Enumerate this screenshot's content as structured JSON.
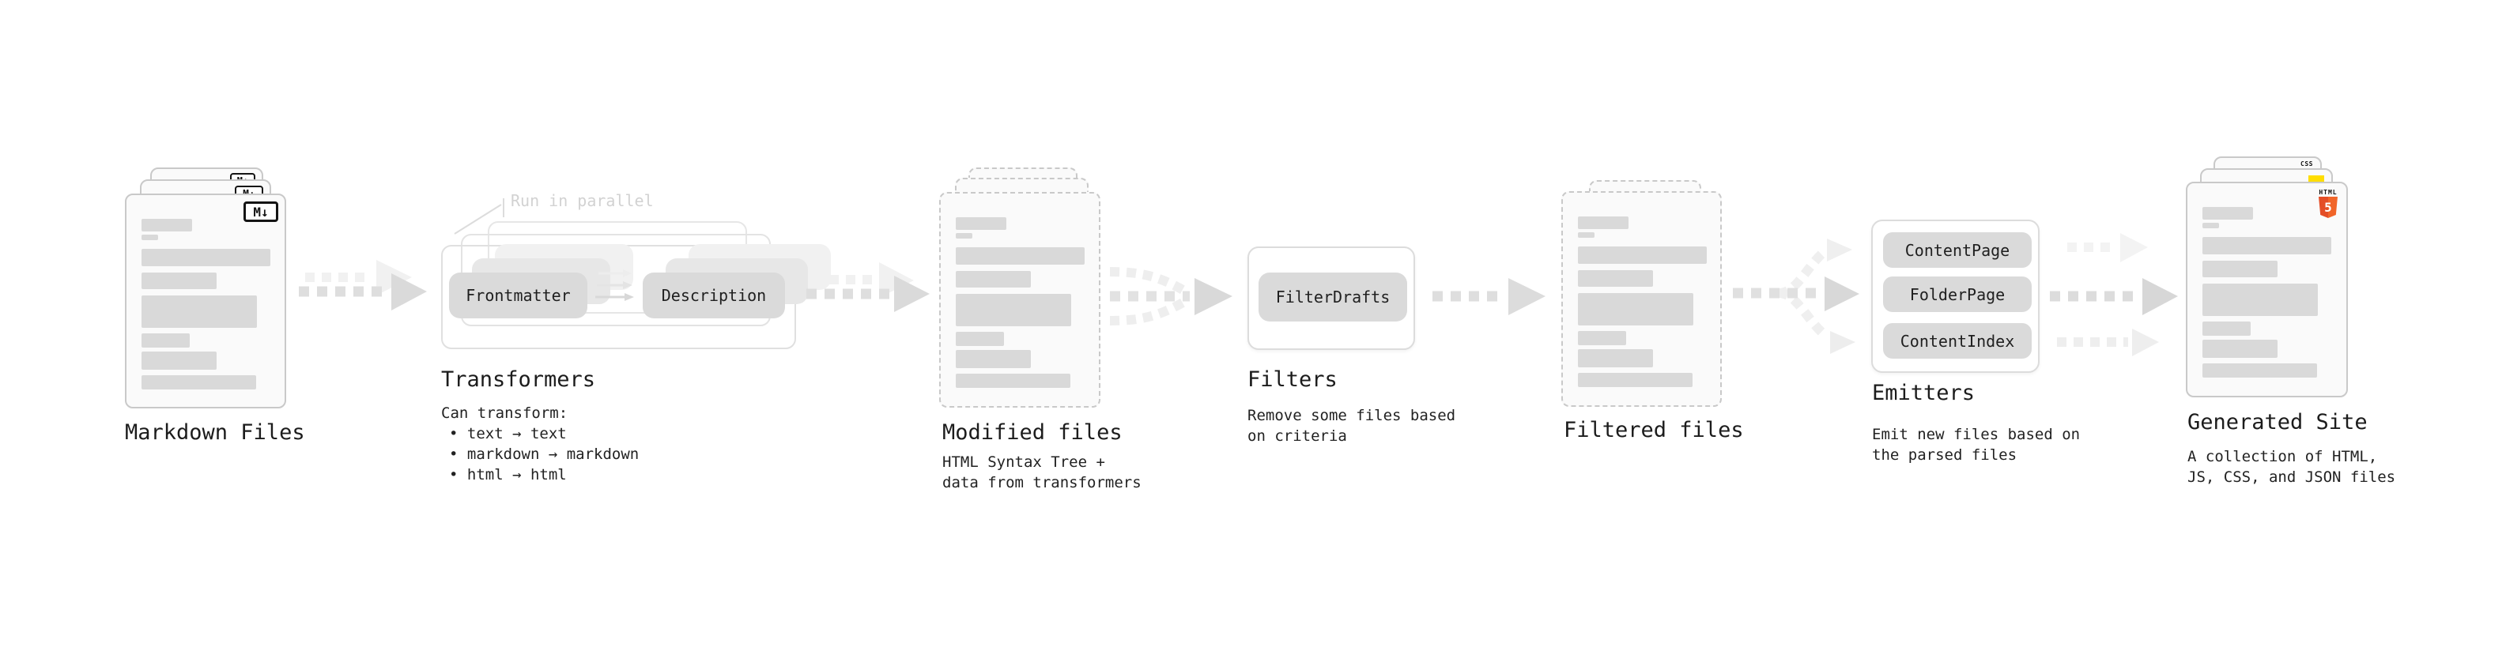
{
  "diagram": {
    "markdown_files": {
      "title": "Markdown Files",
      "badge": "M↓"
    },
    "transformers": {
      "note": "Run in parallel",
      "input_box": "Frontmatter",
      "output_box": "Description",
      "title": "Transformers",
      "desc_heading": "Can transform:",
      "bullets": [
        "• text → text",
        "• markdown → markdown",
        "• html → html"
      ]
    },
    "modified_files": {
      "title": "Modified files",
      "desc_line1": "HTML Syntax Tree +",
      "desc_line2": "data from transformers"
    },
    "filters": {
      "box": "FilterDrafts",
      "title": "Filters",
      "desc_line1": "Remove some files based",
      "desc_line2": "on criteria"
    },
    "filtered_files": {
      "title": "Filtered files"
    },
    "emitters": {
      "boxes": [
        "ContentPage",
        "FolderPage",
        "ContentIndex"
      ],
      "title": "Emitters",
      "desc_line1": "Emit new files based on",
      "desc_line2": "the parsed files"
    },
    "generated_site": {
      "title": "Generated Site",
      "desc_line1": "A collection of HTML,",
      "desc_line2": "JS, CSS, and JSON files",
      "badges": {
        "css_label": "CSS",
        "html_label": "HTML",
        "html_number": "5"
      }
    }
  },
  "colors": {
    "text_dark": "#1c1c1c",
    "note_gray": "#d2d2d2",
    "placeholder_bar": "#d9d9d9",
    "pill_gray": "#dadada",
    "html5_orange_dark": "#e44d26",
    "html5_orange_light": "#f16529",
    "js_yellow": "#ffdd00",
    "css_blue": "#2965f1"
  }
}
